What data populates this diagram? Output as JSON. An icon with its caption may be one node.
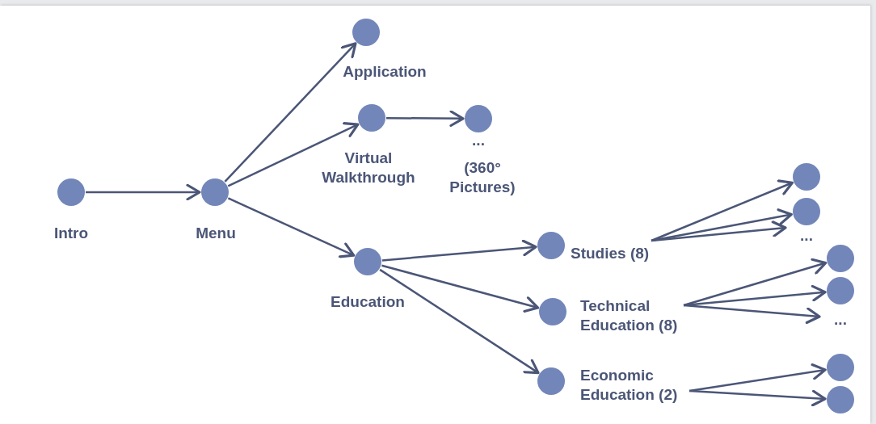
{
  "diagram": {
    "nodes": [
      {
        "text": [
          "Intro"
        ]
      },
      {
        "text": [
          "Menu"
        ]
      },
      {
        "text": [
          "Application"
        ]
      },
      {
        "text": [
          "Virtual Walkthrough"
        ]
      },
      {
        "text": [
          "...",
          "(360° Pictures)"
        ]
      },
      {
        "text": [
          "Education"
        ]
      },
      {
        "text": [
          "Studies (8)"
        ]
      },
      {
        "text": [
          "Technical Education (8)"
        ]
      },
      {
        "text": [
          "Economic Education (2)"
        ]
      },
      {
        "text": [],
        "shape": "circle"
      },
      {
        "text": [],
        "shape": "circle"
      },
      {
        "text": [],
        "shape": "circle"
      },
      {
        "text": [],
        "shape": "circle"
      },
      {
        "text": [],
        "shape": "circle"
      },
      {
        "text": [],
        "shape": "circle"
      },
      {
        "text": [
          "..."
        ]
      },
      {
        "text": [
          "..."
        ]
      }
    ],
    "edges": [
      {
        "from": 0,
        "to": 1,
        "arrow": "to"
      },
      {
        "from": 1,
        "to": 2,
        "arrow": "to"
      },
      {
        "from": 1,
        "to": 3,
        "arrow": "to"
      },
      {
        "from": 3,
        "to": 4,
        "arrow": "to"
      },
      {
        "from": 1,
        "to": 5,
        "arrow": "to"
      },
      {
        "from": 5,
        "to": 6,
        "arrow": "to"
      },
      {
        "from": 5,
        "to": 7,
        "arrow": "to"
      },
      {
        "from": 5,
        "to": 8,
        "arrow": "to"
      },
      {
        "from": 6,
        "to": 9,
        "arrow": "to"
      },
      {
        "from": 6,
        "to": 10,
        "arrow": "to"
      },
      {
        "from": 6,
        "to": 15,
        "arrow": "to"
      },
      {
        "from": 7,
        "to": 11,
        "arrow": "to"
      },
      {
        "from": 7,
        "to": 12,
        "arrow": "to"
      },
      {
        "from": 7,
        "to": 16,
        "arrow": "to"
      },
      {
        "from": 8,
        "to": 13,
        "arrow": "to"
      },
      {
        "from": 8,
        "to": 14,
        "arrow": "to"
      }
    ]
  }
}
